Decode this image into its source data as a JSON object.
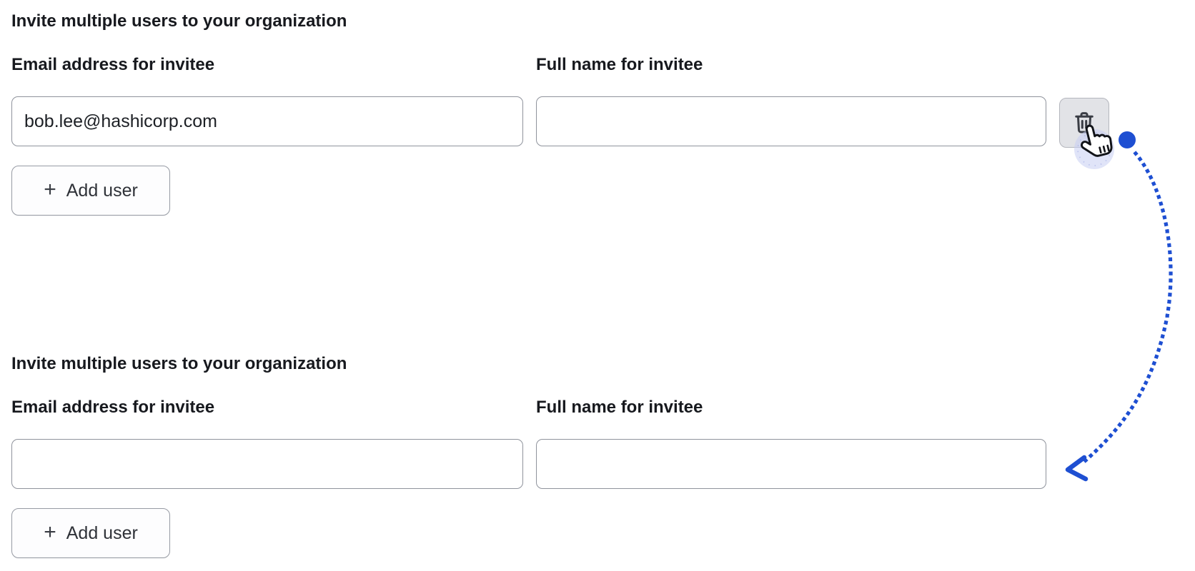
{
  "page": {
    "background": "#ffffff"
  },
  "colors": {
    "accent_blue": "#1e4fd2",
    "cursor_halo": "#dfe2f6",
    "input_border": "#8f939c",
    "button_border": "#979ba4",
    "trash_button_bg": "#e2e3e7",
    "trash_button_border": "#b4b6bd",
    "text_dark": "#17191e"
  },
  "icons": {
    "trash": "trash-icon",
    "plus": "+",
    "pointer": "hand-pointer-cursor"
  },
  "sections": [
    {
      "heading": "Invite multiple users to your organization",
      "email_label": "Email address for invitee",
      "name_label": "Full name for invitee",
      "email_value": "bob.lee@hashicorp.com",
      "name_value": "",
      "add_user_label": "Add user",
      "plus_icon": "+"
    },
    {
      "heading": "Invite multiple users to your organization",
      "email_label": "Email address for invitee",
      "name_label": "Full name for invitee",
      "email_value": "",
      "name_value": "",
      "add_user_label": "Add user",
      "plus_icon": "+"
    }
  ]
}
